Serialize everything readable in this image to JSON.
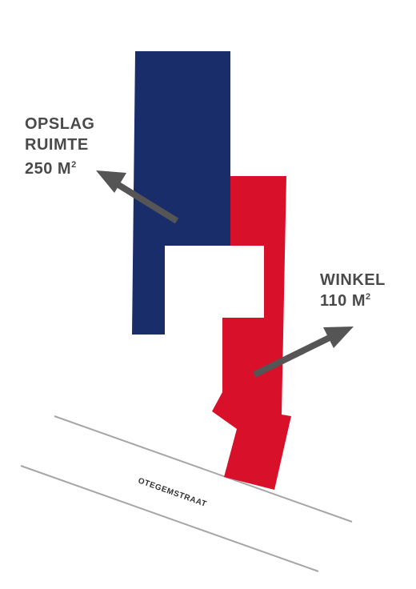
{
  "colors": {
    "storage_area": "#1a2d6b",
    "shop_area": "#d9102a",
    "arrow": "#555555",
    "label_text": "#4a4a4a",
    "street_lines": "#a6a6a6",
    "street_text": "#333333",
    "background": "#ffffff"
  },
  "storage": {
    "line1": "OPSLAG",
    "line2": "RUIMTE",
    "area_value": "250 M",
    "area_exponent": "2"
  },
  "shop": {
    "line1": "WINKEL",
    "area_value": "110 M",
    "area_exponent": "2"
  },
  "street": {
    "name": "OTEGEMSTRAAT"
  }
}
